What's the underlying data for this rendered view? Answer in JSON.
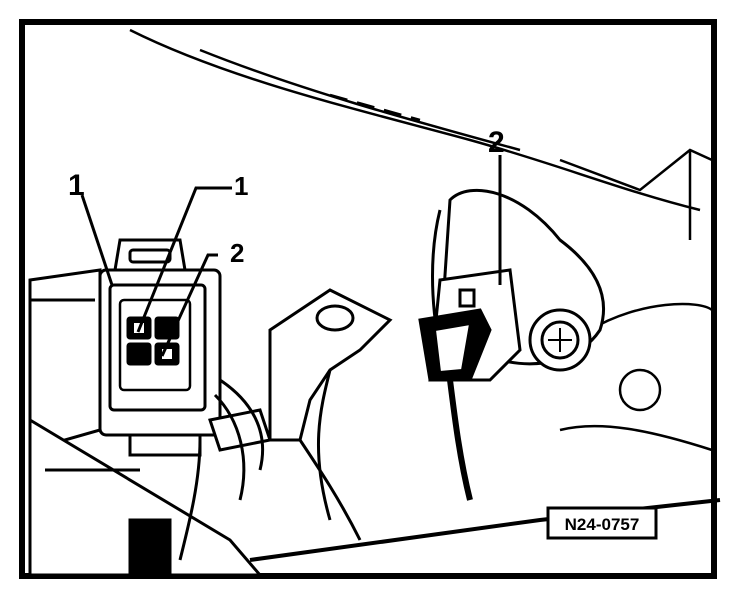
{
  "figure": {
    "callouts": [
      {
        "id": "callout-1-left",
        "text": "1"
      },
      {
        "id": "callout-1-pin",
        "text": "1"
      },
      {
        "id": "callout-2-pin",
        "text": "2"
      },
      {
        "id": "callout-2-right",
        "text": "2"
      }
    ],
    "figure_code": "N24-0757"
  },
  "colors": {
    "ink": "#000000",
    "paper": "#ffffff"
  }
}
